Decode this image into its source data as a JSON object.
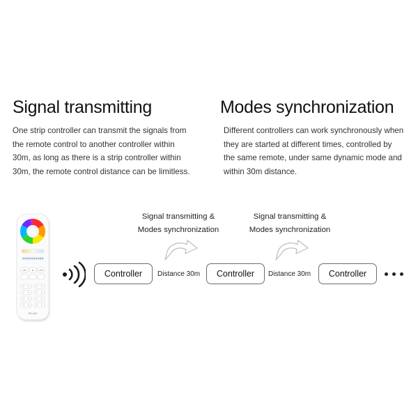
{
  "left": {
    "title": "Signal transmitting",
    "lines": [
      "One strip controller can transmit the signals from",
      "the remote control to another controller within",
      "30m, as long as there is a strip controller within",
      "30m, the remote control distance can be limitless."
    ]
  },
  "right": {
    "title": "Modes synchronization",
    "lines": [
      "Different controllers can work synchronously when",
      "they are started at different times, controlled by",
      "the same remote, under same dynamic mode and",
      "within 30m distance."
    ]
  },
  "diagram": {
    "controllers": [
      "Controller",
      "Controller",
      "Controller"
    ],
    "distance_labels": [
      "Distance 30m",
      "Distance 30m"
    ],
    "link_labels": [
      [
        "Signal transmitting &",
        "Modes synchronization"
      ],
      [
        "Signal transmitting &",
        "Modes synchronization"
      ]
    ]
  },
  "remote": {
    "brand": "Mi·Light",
    "buttons": [
      "ON",
      "M",
      "OFF"
    ]
  },
  "colors": {
    "box_border": "#6d6d6d",
    "arrow_gray": "#bdbdbd"
  }
}
